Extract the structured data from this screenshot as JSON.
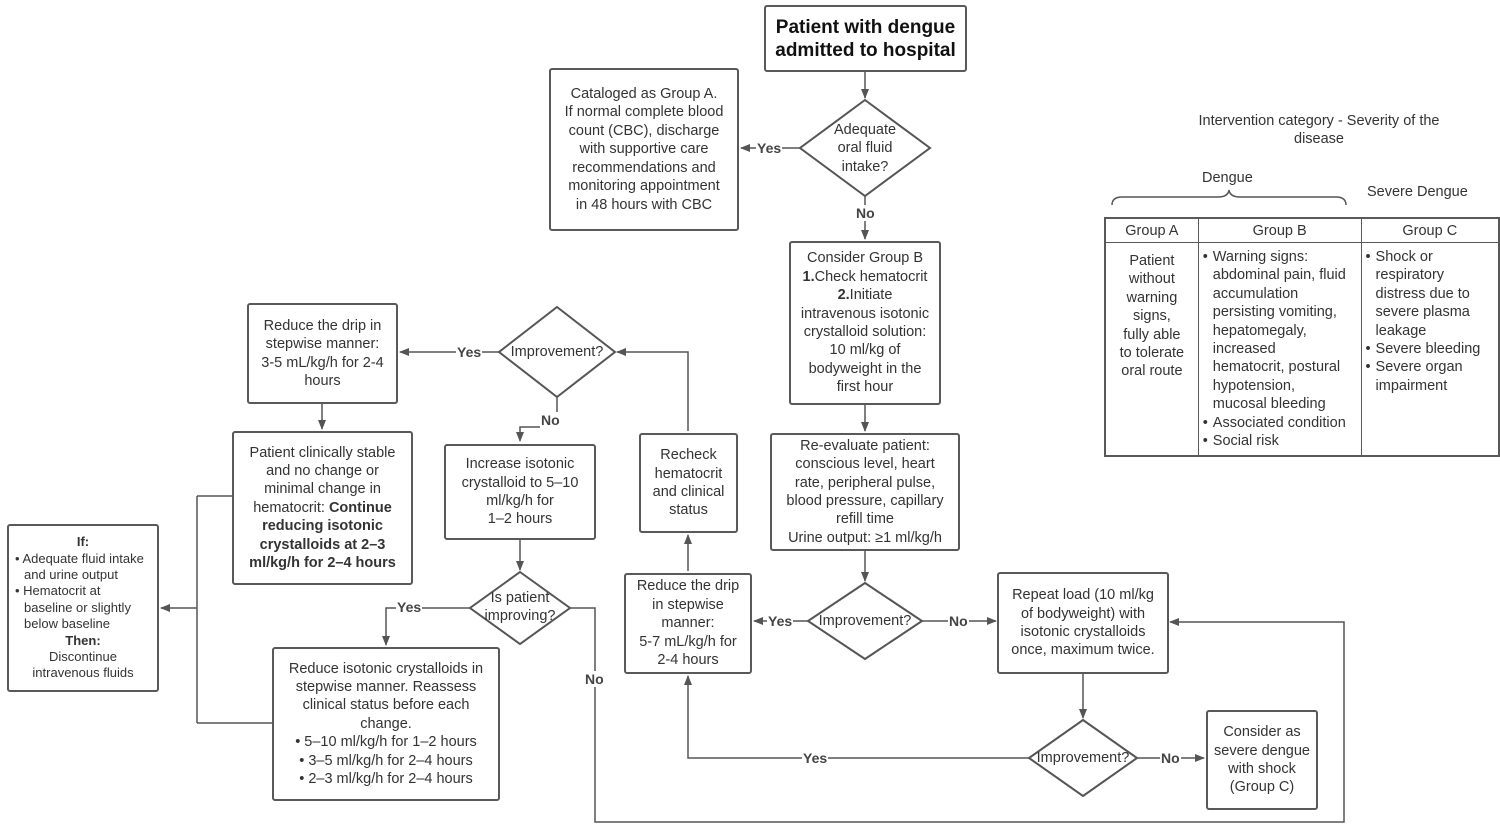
{
  "start": [
    "Patient with dengue",
    "admitted to hospital"
  ],
  "decision_oral": [
    "Adequate",
    "oral fluid",
    "intake?"
  ],
  "group_a_box": [
    "Cataloged as Group A.",
    "If normal complete blood",
    "count (CBC), discharge",
    "with supportive care",
    "recommendations and",
    "monitoring appointment",
    "in 48 hours with CBC"
  ],
  "group_b_box": {
    "title": "Consider Group B",
    "step1_num": "1.",
    "step1": "Check hematocrit",
    "step2_num": "2.",
    "step2": "Initiate",
    "rest": [
      "intravenous isotonic",
      "crystalloid solution:",
      "10 ml/kg of",
      "bodyweight in the",
      "first hour"
    ]
  },
  "reevaluate": [
    "Re-evaluate patient:",
    "conscious level, heart",
    "rate, peripheral pulse,",
    "blood pressure, capillary",
    "refill time",
    "Urine output: ≥1 ml/kg/h"
  ],
  "decision_improvement_center": "Improvement?",
  "reduce_drip_5_7": [
    "Reduce the drip",
    "in stepwise",
    "manner:",
    "5-7 mL/kg/h for",
    "2-4 hours"
  ],
  "repeat_load": [
    "Repeat load (10 ml/kg",
    "of bodyweight) with",
    "isotonic crystalloids",
    "once, maximum twice."
  ],
  "decision_improvement_bottom": "Improvement?",
  "severe_shock": [
    "Consider as",
    "severe dengue",
    "with shock",
    "(Group C)"
  ],
  "recheck": [
    "Recheck",
    "hematocrit",
    "and clinical",
    "status"
  ],
  "decision_improvement_top": "Improvement?",
  "reduce_drip_3_5": [
    "Reduce the drip in",
    "stepwise manner:",
    "3-5 mL/kg/h for 2-4",
    "hours"
  ],
  "increase_crystalloid": [
    "Increase isotonic",
    "crystalloid to 5–10",
    "ml/kg/h for",
    "1–2 hours"
  ],
  "stable_box": {
    "lines": [
      "Patient clinically stable",
      "and no change or",
      "minimal change in"
    ],
    "line4_normal": "hematocrit: ",
    "line4_bold": "Continue",
    "bold_lines": [
      "reducing isotonic",
      "crystalloids at 2–3",
      "ml/kg/h for 2–4 hours"
    ]
  },
  "decision_improving": [
    "Is patient",
    "improving?"
  ],
  "reduce_isotonic": {
    "lines": [
      "Reduce isotonic crystalloids in",
      "stepwise manner. Reassess",
      "clinical status before each",
      "change."
    ],
    "bullets": [
      "• 5–10 ml/kg/h for 1–2 hours",
      "• 3–5 ml/kg/h for 2–4 hours",
      "• 2–3 ml/kg/h for 2–4 hours"
    ]
  },
  "if_box": {
    "if_label": "If:",
    "items": [
      "• Adequate fluid intake",
      "and urine output",
      "• Hematocrit at",
      "baseline or slightly",
      "below baseline"
    ],
    "then_label": "Then:",
    "after": [
      "Discontinue",
      "intravenous fluids"
    ]
  },
  "edge_labels": {
    "yes": "Yes",
    "no": "No"
  },
  "legend": {
    "title": [
      "Intervention category - Severity of the",
      "disease"
    ],
    "dengue": "Dengue",
    "severe": "Severe Dengue",
    "headers": [
      "Group A",
      "Group B",
      "Group C"
    ],
    "group_a": [
      "Patient",
      "without",
      "warning",
      "signs,",
      "fully able",
      "to tolerate",
      "oral route"
    ],
    "group_b": [
      {
        "bullet": "•",
        "text": "Warning signs:"
      },
      {
        "bullet": "",
        "text": "abdominal pain, fluid"
      },
      {
        "bullet": "",
        "text": "accumulation"
      },
      {
        "bullet": "",
        "text": "persisting vomiting,"
      },
      {
        "bullet": "",
        "text": "hepatomegaly,"
      },
      {
        "bullet": "",
        "text": "increased"
      },
      {
        "bullet": "",
        "text": "hematocrit, postural"
      },
      {
        "bullet": "",
        "text": "hypotension,"
      },
      {
        "bullet": "",
        "text": "mucosal bleeding"
      },
      {
        "bullet": "•",
        "text": "Associated condition"
      },
      {
        "bullet": "•",
        "text": "Social risk"
      }
    ],
    "group_c": [
      {
        "bullet": "•",
        "text": "Shock or"
      },
      {
        "bullet": "",
        "text": "respiratory"
      },
      {
        "bullet": "",
        "text": "distress due to"
      },
      {
        "bullet": "",
        "text": "severe plasma"
      },
      {
        "bullet": "",
        "text": "leakage"
      },
      {
        "bullet": "•",
        "text": "Severe bleeding"
      },
      {
        "bullet": "•",
        "text": "Severe organ"
      },
      {
        "bullet": "",
        "text": "impairment"
      }
    ]
  }
}
